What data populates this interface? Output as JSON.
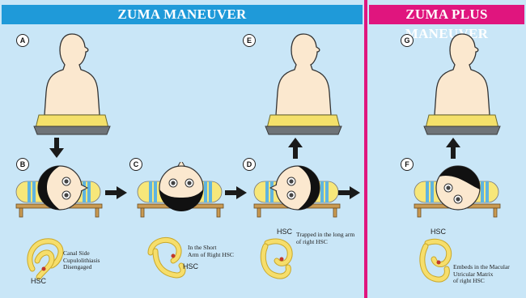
{
  "headers": {
    "left": "ZUMA MANEUVER",
    "right": "ZUMA PLUS MANEUVER"
  },
  "steps": [
    "A",
    "B",
    "C",
    "D",
    "E",
    "F",
    "G"
  ],
  "hsc": "HSC",
  "captions": {
    "b": [
      "Canal Side",
      "Cupulolithiasis",
      "Disengaged"
    ],
    "c": [
      "In the Short",
      "Arm of Right HSC"
    ],
    "d": [
      "Trapped in the long arm",
      "of right HSC"
    ],
    "f": [
      "Embeds in the Macular",
      "Utricular Matrix",
      "of right HSC"
    ]
  },
  "colors": {
    "header_left": "#1f9ad9",
    "header_right": "#e0157e",
    "background": "#c9e6f7",
    "skin": "#fbe8cf",
    "cushion": "#f7e77a",
    "bed": "#c99a52",
    "hair": "#111111",
    "arrow": "#1a1a1a"
  }
}
